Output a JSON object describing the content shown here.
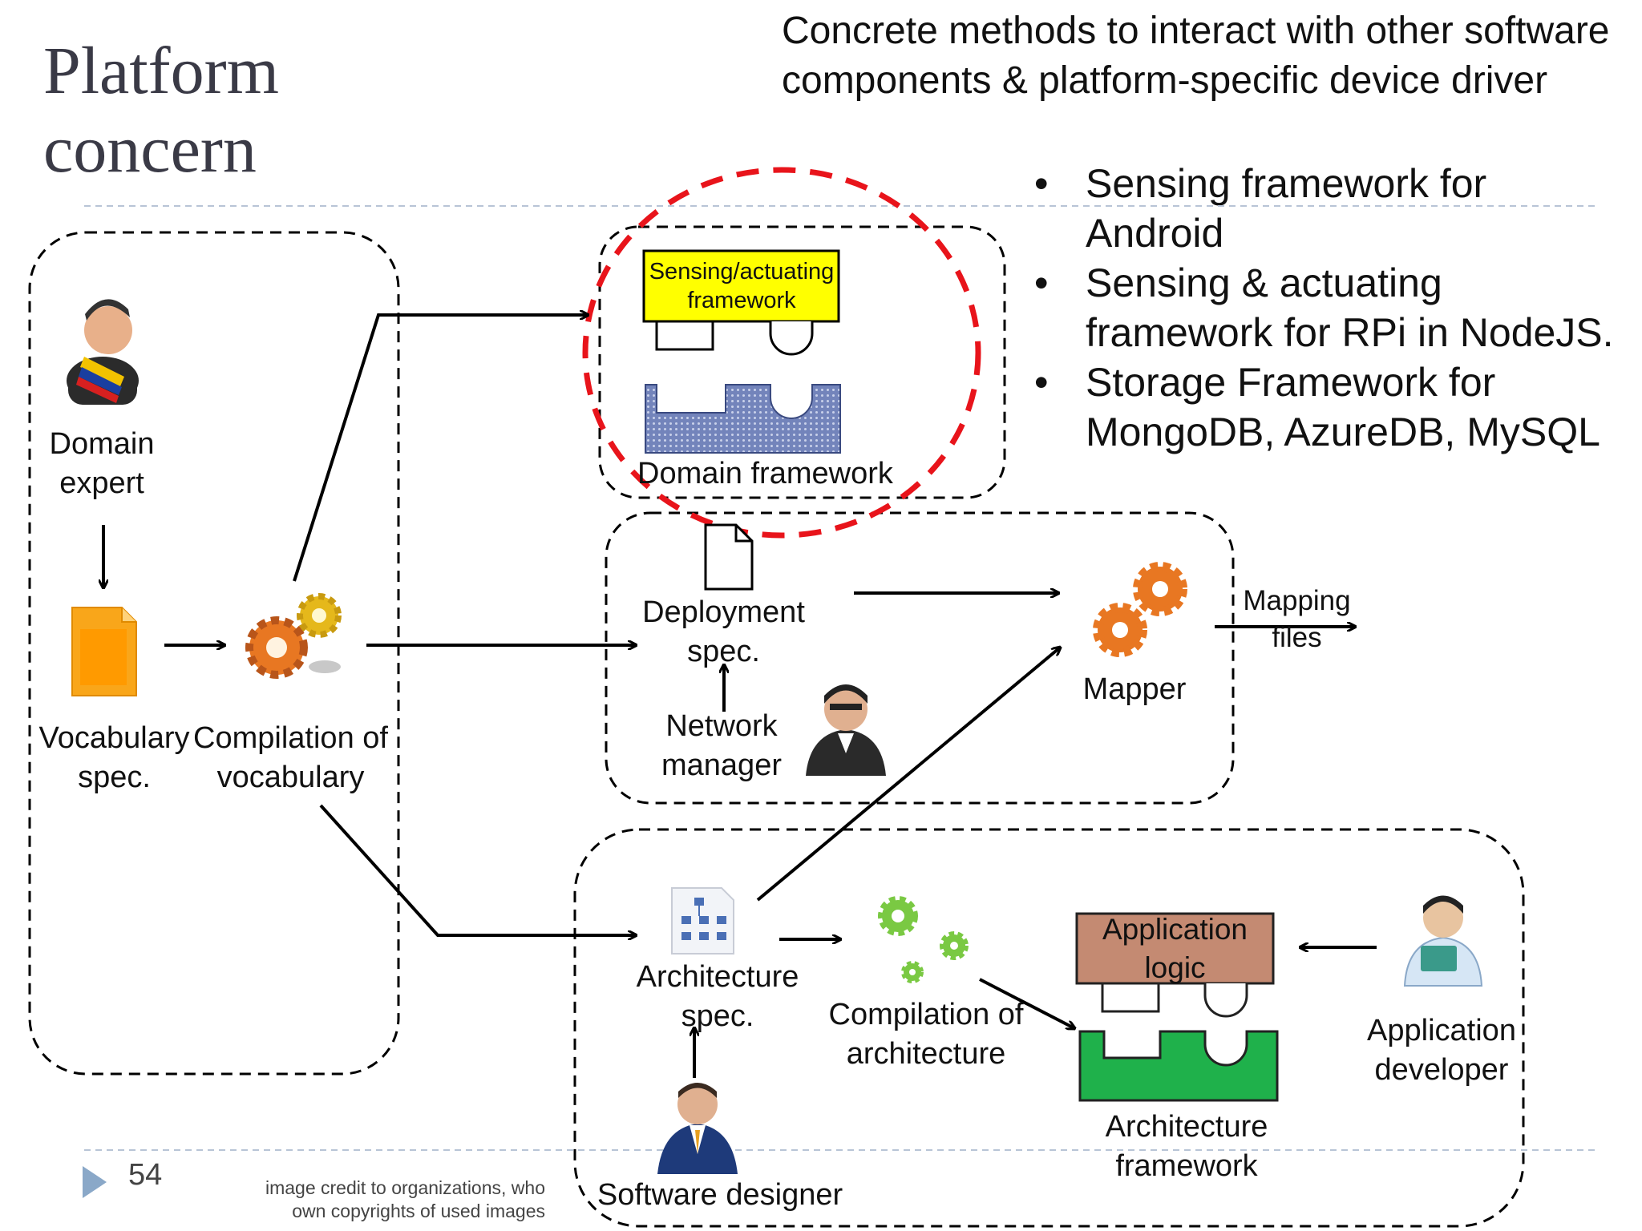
{
  "slide": {
    "title_line1": "Platform",
    "title_line2": "concern",
    "note": "Concrete methods to interact with other software components & platform-specific device driver",
    "bullets": [
      "Sensing framework for Android",
      "Sensing & actuating framework for RPi in NodeJS.",
      "Storage Framework for MongoDB,  AzureDB, MySQL"
    ],
    "bullet_glyph": "•",
    "page_number": "54",
    "credit": "image credit to organizations, who own copyrights of used images"
  },
  "diagram": {
    "domain_expert": "Domain expert",
    "vocabulary_spec": "Vocabulary spec.",
    "compilation_of_vocabulary": "Compilation of  vocabulary",
    "sensing_actuating_framework": "Sensing/actuating framework",
    "domain_framework": "Domain framework",
    "deployment_spec": "Deployment spec.",
    "network_manager": "Network manager",
    "mapper": "Mapper",
    "mapping_files": "Mapping files",
    "architecture_spec": "Architecture spec.",
    "compilation_of_architecture": "Compilation of architecture",
    "application_logic": "Application logic",
    "architecture_framework": "Architecture framework",
    "application_developer": "Application developer",
    "software_designer": "Software  designer"
  },
  "colors": {
    "title": "#3a3a46",
    "highlight_circle": "#e8141b",
    "sensing_box": "#ffff00",
    "domain_framework_fill": "#6b7db8",
    "application_logic": "#c48a72",
    "architecture_framework": "#1fb14b",
    "gear_orange": "#e87722",
    "gear_green": "#7ac943",
    "page_marker": "#8aa8c8"
  },
  "icons": {
    "domain_expert": "person-icon",
    "vocabulary_spec": "document-icon",
    "compilation": "gears-icon",
    "deployment_spec": "document-icon",
    "network_manager": "person-icon",
    "mapper": "gears-icon",
    "architecture_spec": "diagram-document-icon",
    "application_developer": "person-icon",
    "software_designer": "person-icon"
  }
}
